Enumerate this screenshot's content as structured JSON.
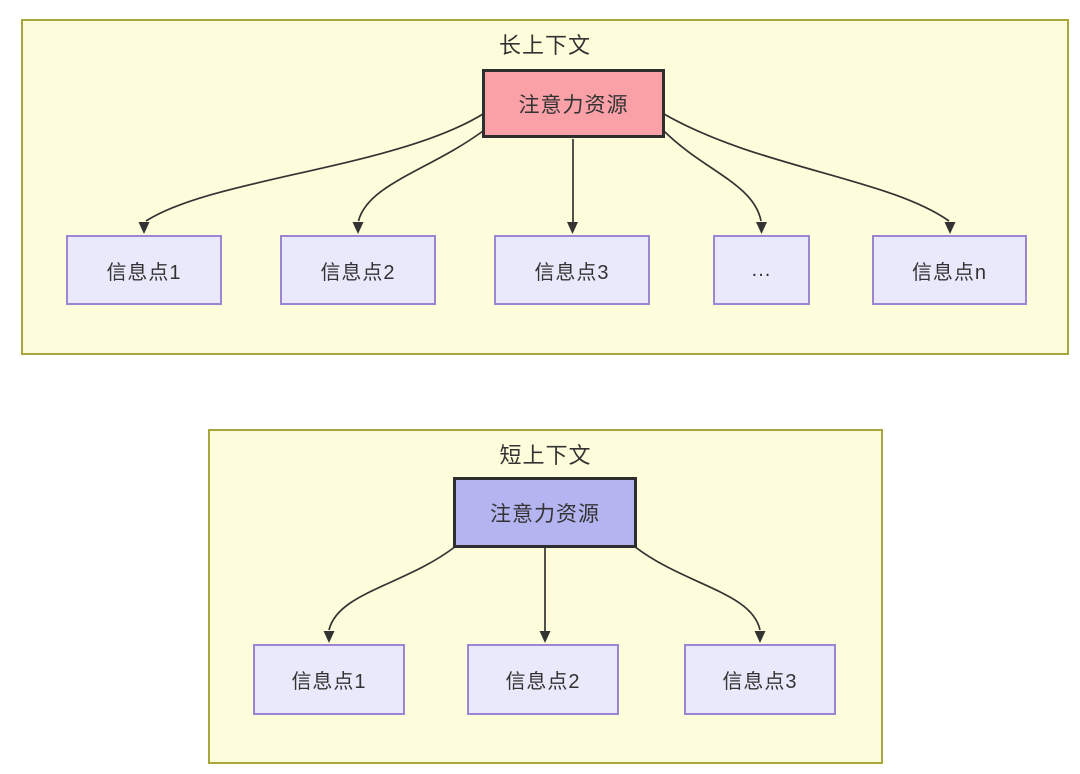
{
  "colors": {
    "container_fill": "#FDFDDC",
    "container_border": "#A9A73B",
    "attention_long_fill": "#F9A1A7",
    "attention_short_fill": "#B4B4F0",
    "attention_border": "#2E2E2E",
    "info_fill": "#E9E9FB",
    "info_border": "#9C85D2",
    "arrow": "#333333",
    "text": "#333333"
  },
  "long_context": {
    "title": "长上下文",
    "attention_label": "注意力资源",
    "nodes": [
      {
        "label": "信息点1"
      },
      {
        "label": "信息点2"
      },
      {
        "label": "信息点3"
      },
      {
        "label": "..."
      },
      {
        "label": "信息点n"
      }
    ]
  },
  "short_context": {
    "title": "短上下文",
    "attention_label": "注意力资源",
    "nodes": [
      {
        "label": "信息点1"
      },
      {
        "label": "信息点2"
      },
      {
        "label": "信息点3"
      }
    ]
  }
}
